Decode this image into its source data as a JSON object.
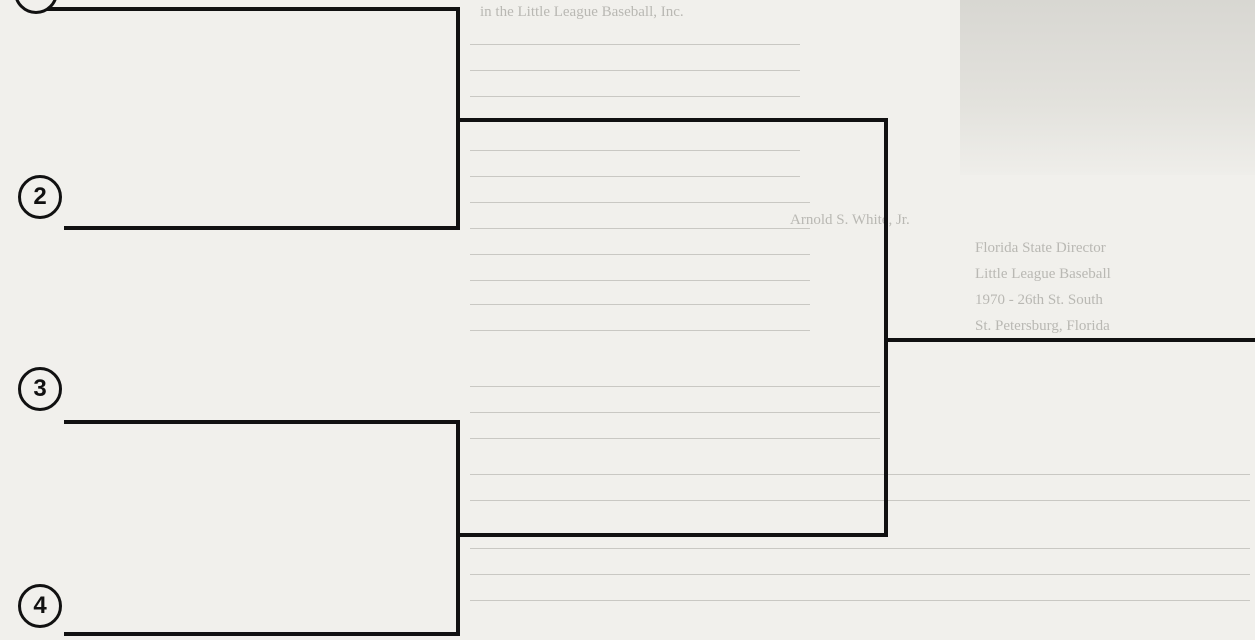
{
  "seeds": [
    "2",
    "3",
    "4"
  ],
  "background_color": "#f1f0ec",
  "line_color": "#111111",
  "bleed_through_text": [
    "in the Little League Baseball, Inc.",
    "Arnold S. White, Jr.",
    "Florida State Director",
    "Little League Baseball",
    "1970 - 26th St. South",
    "St. Petersburg, Florida"
  ]
}
